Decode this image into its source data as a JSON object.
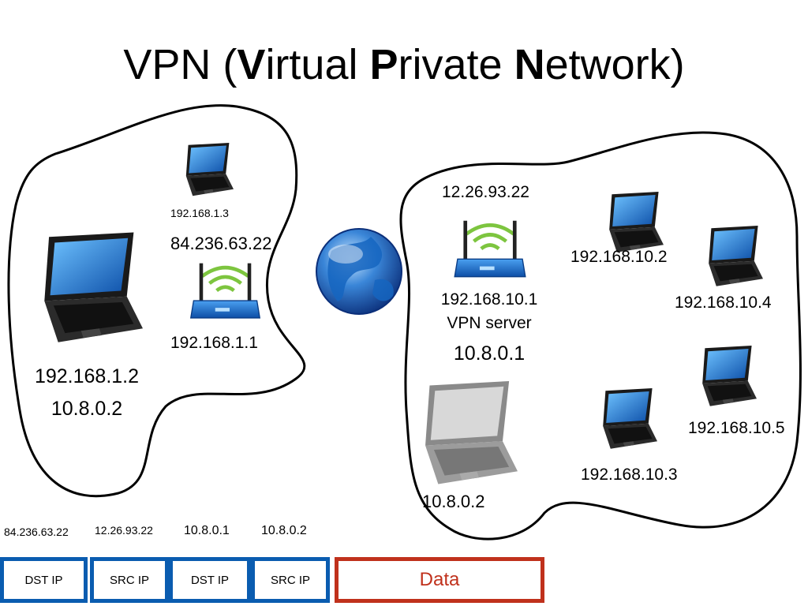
{
  "title": {
    "t1": "VPN (",
    "t2": "V",
    "t3": "irtual ",
    "t4": "P",
    "t5": "rivate ",
    "t6": "N",
    "t7": "etwork)"
  },
  "labels": {
    "laptop_top": "192.168.1.3",
    "router_left_wan": "84.236.63.22",
    "router_left_lan": "192.168.1.1",
    "client_ip1": "192.168.1.2",
    "client_ip2": "10.8.0.2",
    "router_right_wan": "12.26.93.22",
    "vpn_lan": "192.168.10.1",
    "vpn_role": "VPN server",
    "vpn_tun": "10.8.0.1",
    "host_2": "192.168.10.2",
    "host_4": "192.168.10.4",
    "host_5": "192.168.10.5",
    "host_3": "192.168.10.3",
    "remote_client": "10.8.0.2"
  },
  "packet": {
    "outer_dst_value": "84.236.63.22",
    "outer_src_value": "12.26.93.22",
    "inner_dst_value": "10.8.0.1",
    "inner_src_value": "10.8.0.2",
    "field_dst1": "DST IP",
    "field_src1": "SRC IP",
    "field_dst2": "DST IP",
    "field_src2": "SRC IP",
    "field_data": "Data"
  },
  "colors": {
    "header_border": "#0a5cb0",
    "data_border": "#c0311c",
    "laptop_screen": "#1e7fd6",
    "router_body": "#1d6fce",
    "signal": "#7dc53f"
  }
}
